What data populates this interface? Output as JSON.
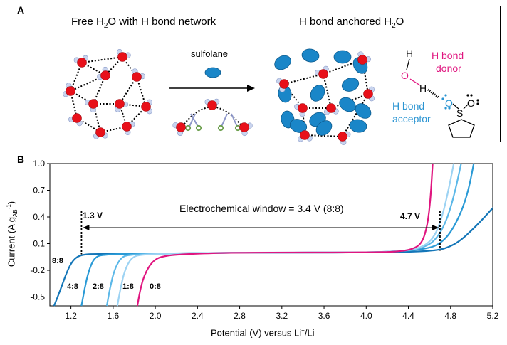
{
  "panel_a": {
    "letter": "A",
    "title_left_pre": "Free H",
    "title_left_sub": "2",
    "title_left_post": "O with H bond network",
    "title_right_pre": "H bond anchored H",
    "title_right_sub": "2",
    "title_right_post": "O",
    "sulfolane_label": "sulfolane",
    "donor_label_line1": "H bond",
    "donor_label_line2": "donor",
    "acceptor_label_line1": "H bond",
    "acceptor_label_line2": "acceptor",
    "atom_h": "H",
    "atom_o": "O",
    "atom_s": "S",
    "colors": {
      "oxygen": "#e8101a",
      "hydrogen": "#c9d4ee",
      "sulfolane": "#1a86c8",
      "donor": "#e0157f",
      "acceptor": "#2a94d2"
    }
  },
  "panel_b": {
    "letter": "B",
    "ylabel_pre": "Current (A g",
    "ylabel_sub": "AB",
    "ylabel_sup": "-1",
    "ylabel_post": ")",
    "xlabel_pre": "Potential (V) versus Li",
    "xlabel_sup": "+",
    "xlabel_post": "/Li",
    "window_text": "Electrochemical window = 3.4 V (8:8)",
    "left_limit_label": "1.3 V",
    "right_limit_label": "4.7 V",
    "series_labels": [
      "8:8",
      "4:8",
      "2:8",
      "1:8",
      "0:8"
    ],
    "x_ticks": [
      "1.2",
      "1.6",
      "2.0",
      "2.4",
      "2.8",
      "3.2",
      "3.6",
      "4.0",
      "4.4",
      "4.8",
      "5.2"
    ],
    "y_ticks": [
      "1.0",
      "0.7",
      "0.4",
      "0.1",
      "-0.2",
      "-0.5"
    ]
  },
  "chart_data": {
    "type": "line",
    "xlim": [
      1.0,
      5.2
    ],
    "ylim": [
      -0.6,
      1.0
    ],
    "x_ticks": [
      1.2,
      1.6,
      2.0,
      2.4,
      2.8,
      3.2,
      3.6,
      4.0,
      4.4,
      4.8,
      5.2
    ],
    "y_ticks": [
      1.0,
      0.7,
      0.4,
      0.1,
      -0.2,
      -0.5
    ],
    "annotations": {
      "window_label": "Electrochemical window = 3.4 V (8:8)",
      "left_limit": 1.3,
      "right_limit": 4.7
    },
    "series": [
      {
        "name": "8:8",
        "color": "#1476b8",
        "points": [
          [
            1.04,
            -0.6
          ],
          [
            1.1,
            -0.42
          ],
          [
            1.16,
            -0.22
          ],
          [
            1.22,
            -0.08
          ],
          [
            1.3,
            -0.02
          ],
          [
            1.5,
            -0.015
          ],
          [
            2.0,
            -0.012
          ],
          [
            2.6,
            -0.005
          ],
          [
            3.0,
            0.0
          ],
          [
            4.0,
            0.0
          ],
          [
            4.5,
            0.01
          ],
          [
            4.7,
            0.03
          ],
          [
            4.8,
            0.07
          ],
          [
            4.9,
            0.14
          ],
          [
            5.0,
            0.25
          ],
          [
            5.1,
            0.37
          ],
          [
            5.2,
            0.5
          ]
        ]
      },
      {
        "name": "4:8",
        "color": "#2a9ad6",
        "points": [
          [
            1.3,
            -0.6
          ],
          [
            1.33,
            -0.4
          ],
          [
            1.37,
            -0.2
          ],
          [
            1.42,
            -0.06
          ],
          [
            1.5,
            -0.02
          ],
          [
            2.0,
            -0.01
          ],
          [
            2.6,
            -0.005
          ],
          [
            3.0,
            0.0
          ],
          [
            4.0,
            0.0
          ],
          [
            4.4,
            0.02
          ],
          [
            4.6,
            0.05
          ],
          [
            4.7,
            0.1
          ],
          [
            4.8,
            0.22
          ],
          [
            4.9,
            0.45
          ],
          [
            4.97,
            0.7
          ],
          [
            5.02,
            1.0
          ]
        ]
      },
      {
        "name": "2:8",
        "color": "#5cb8e8",
        "points": [
          [
            1.54,
            -0.6
          ],
          [
            1.57,
            -0.4
          ],
          [
            1.61,
            -0.2
          ],
          [
            1.67,
            -0.06
          ],
          [
            1.75,
            -0.02
          ],
          [
            2.2,
            -0.01
          ],
          [
            2.7,
            -0.003
          ],
          [
            3.0,
            0.0
          ],
          [
            4.0,
            0.0
          ],
          [
            4.4,
            0.02
          ],
          [
            4.55,
            0.06
          ],
          [
            4.65,
            0.13
          ],
          [
            4.75,
            0.32
          ],
          [
            4.83,
            0.62
          ],
          [
            4.9,
            1.0
          ]
        ]
      },
      {
        "name": "1:8",
        "color": "#9dd3f3",
        "points": [
          [
            1.64,
            -0.6
          ],
          [
            1.67,
            -0.4
          ],
          [
            1.71,
            -0.2
          ],
          [
            1.77,
            -0.06
          ],
          [
            1.86,
            -0.02
          ],
          [
            2.3,
            -0.008
          ],
          [
            2.8,
            0.0
          ],
          [
            4.0,
            0.0
          ],
          [
            4.4,
            0.02
          ],
          [
            4.55,
            0.07
          ],
          [
            4.65,
            0.18
          ],
          [
            4.72,
            0.4
          ],
          [
            4.78,
            0.7
          ],
          [
            4.83,
            1.0
          ]
        ]
      },
      {
        "name": "0:8",
        "color": "#e0157f",
        "points": [
          [
            1.83,
            -0.6
          ],
          [
            1.86,
            -0.4
          ],
          [
            1.9,
            -0.24
          ],
          [
            1.97,
            -0.1
          ],
          [
            2.06,
            -0.04
          ],
          [
            2.3,
            -0.015
          ],
          [
            2.8,
            0.0
          ],
          [
            4.0,
            0.0
          ],
          [
            4.3,
            0.01
          ],
          [
            4.45,
            0.04
          ],
          [
            4.53,
            0.11
          ],
          [
            4.58,
            0.3
          ],
          [
            4.61,
            0.6
          ],
          [
            4.63,
            1.0
          ]
        ]
      }
    ]
  }
}
